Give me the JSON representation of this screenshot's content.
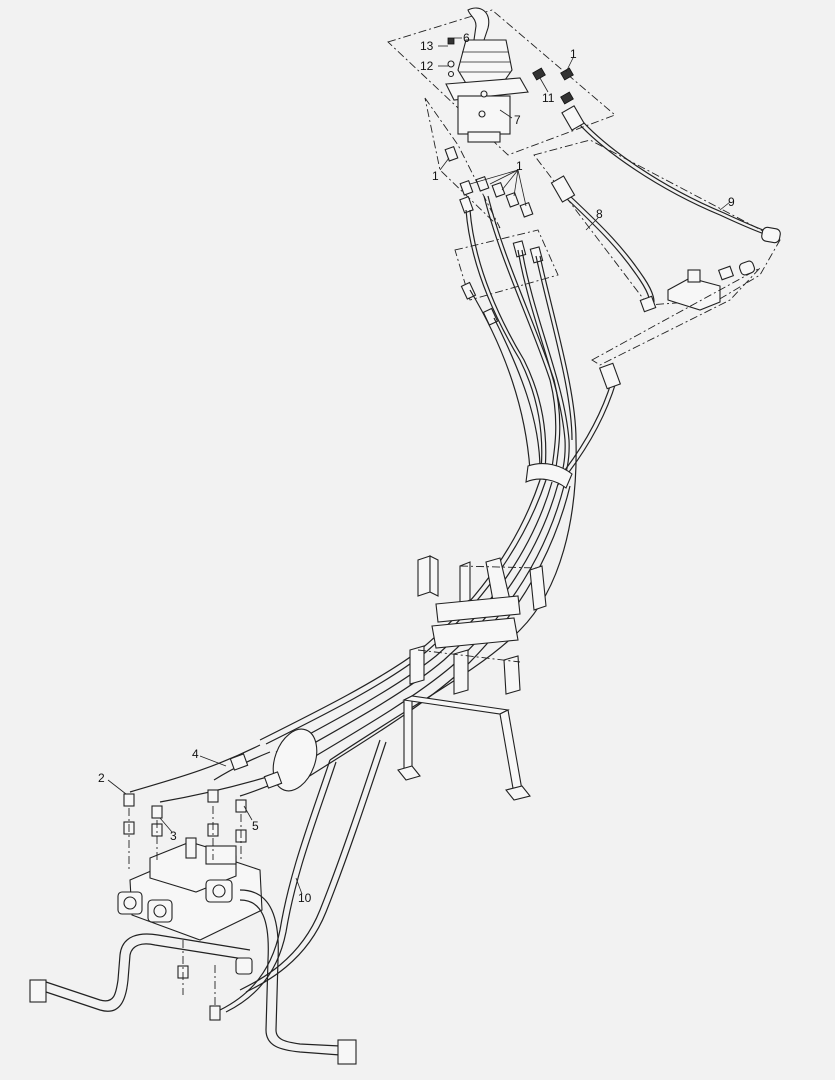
{
  "diagram": {
    "callouts": [
      "1",
      "1",
      "1",
      "2",
      "3",
      "4",
      "5",
      "6",
      "7",
      "8",
      "9",
      "10",
      "11",
      "12",
      "13"
    ]
  }
}
